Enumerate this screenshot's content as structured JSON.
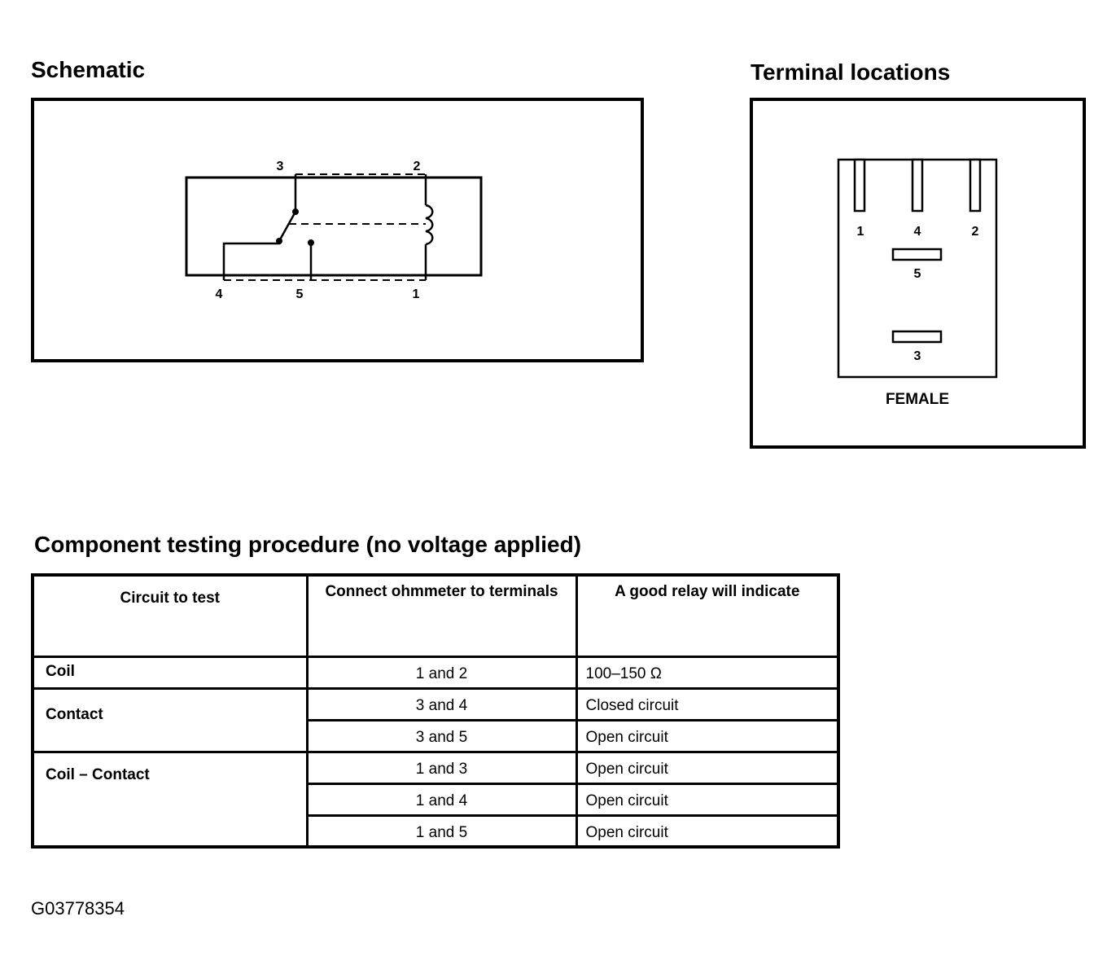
{
  "schematic": {
    "title": "Schematic",
    "terminal_labels": {
      "t1": "1",
      "t2": "2",
      "t3": "3",
      "t4": "4",
      "t5": "5"
    }
  },
  "terminal_locations": {
    "title": "Terminal locations",
    "labels": {
      "t1": "1",
      "t4": "4",
      "t2": "2",
      "t5": "5",
      "t3": "3"
    },
    "connector_label": "FEMALE"
  },
  "procedure": {
    "title": "Component testing procedure (no voltage applied)",
    "headers": [
      "Circuit to test",
      "Connect ohmmeter to terminals",
      "A good relay will indicate"
    ],
    "groups": [
      {
        "circuit": "Coil",
        "tests": [
          {
            "terminals": "1 and 2",
            "result": "100–150 Ω"
          }
        ]
      },
      {
        "circuit": "Contact",
        "tests": [
          {
            "terminals": "3 and 4",
            "result": "Closed circuit"
          },
          {
            "terminals": "3 and 5",
            "result": "Open circuit"
          }
        ]
      },
      {
        "circuit": "Coil – Contact",
        "tests": [
          {
            "terminals": "1 and 3",
            "result": "Open circuit"
          },
          {
            "terminals": "1 and 4",
            "result": "Open circuit"
          },
          {
            "terminals": "1 and 5",
            "result": "Open circuit"
          }
        ]
      }
    ]
  },
  "figure_id": "G03778354"
}
